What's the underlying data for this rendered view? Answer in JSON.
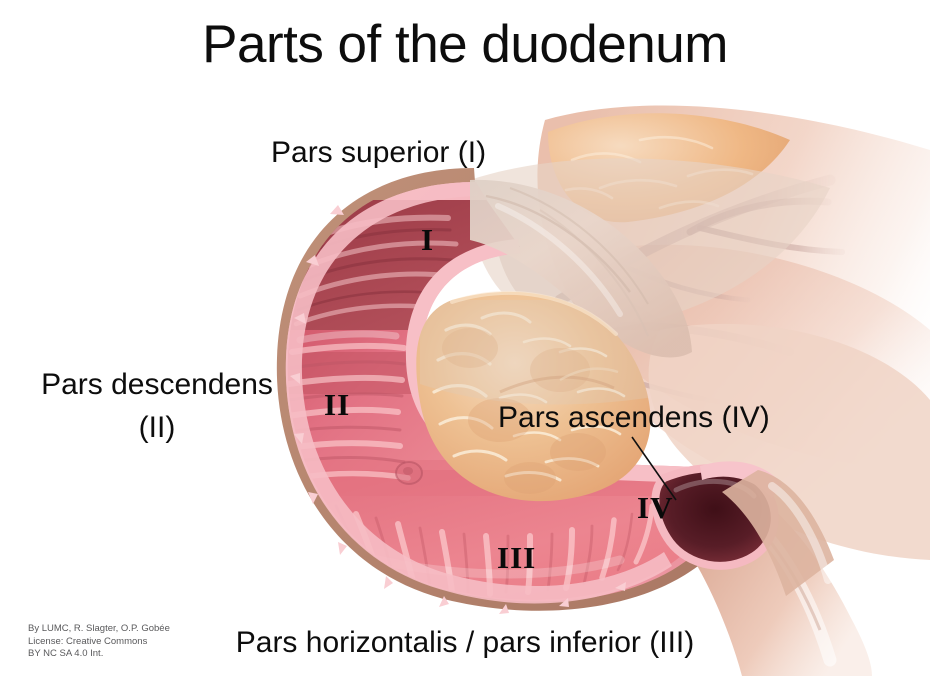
{
  "slide": {
    "title": "Parts of the duodenum",
    "background_color": "#ffffff",
    "text_color": "#0d0d0d"
  },
  "labels": {
    "pars_superior": "Pars superior (I)",
    "pars_descendens": "Pars descendens (II)",
    "pars_ascendens": "Pars ascendens (IV)",
    "pars_horizontalis": "Pars horizontalis / pars inferior (III)"
  },
  "markers": {
    "i": "I",
    "ii": "II",
    "iii": "III",
    "iv": "IV"
  },
  "credit": {
    "line1": "By LUMC, R. Slagter, O.P. Gobée",
    "line2": "License: Creative Commons",
    "line3": "BY NC SA 4.0 Int."
  },
  "illustration": {
    "subject": "duodenum-c-loop-with-pancreas",
    "colors": {
      "serosa_outer": "#b4836d",
      "wall_rim_pink": "#f2a0ab",
      "wall_rim_light": "#f8c2c9",
      "mucosa_superior_dark": "#a6414c",
      "mucosa_descendens": "#e2697a",
      "mucosa_horizontalis": "#ea7f8b",
      "lumen_dark": "#4e1720",
      "pancreas_head": "#e9b183",
      "pancreas_highlight": "#f6dcc2",
      "jejunum_tan": "#d8a893",
      "vessel_mauve": "#b08d8a",
      "faded_tissue": "#edc9bb"
    }
  }
}
